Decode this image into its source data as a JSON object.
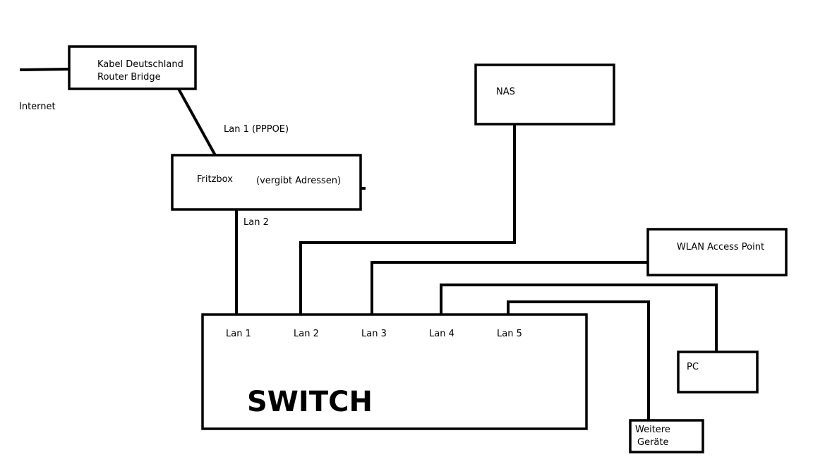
{
  "labels": {
    "internet": "Internet",
    "kabel_line1": "Kabel Deutschland",
    "kabel_line2": "Router Bridge",
    "lan1_pppoe": "Lan 1 (PPPOE)",
    "fritzbox": "Fritzbox",
    "fritzbox_note": "(vergibt Adressen)",
    "lan2_fritz": "Lan 2",
    "nas": "NAS",
    "wlan": "WLAN Access Point",
    "pc": "PC",
    "weitere_line1": "Weitere",
    "weitere_line2": "Geräte",
    "switch": "SWITCH",
    "ports": [
      "Lan 1",
      "Lan 2",
      "Lan 3",
      "Lan 4",
      "Lan 5"
    ]
  }
}
